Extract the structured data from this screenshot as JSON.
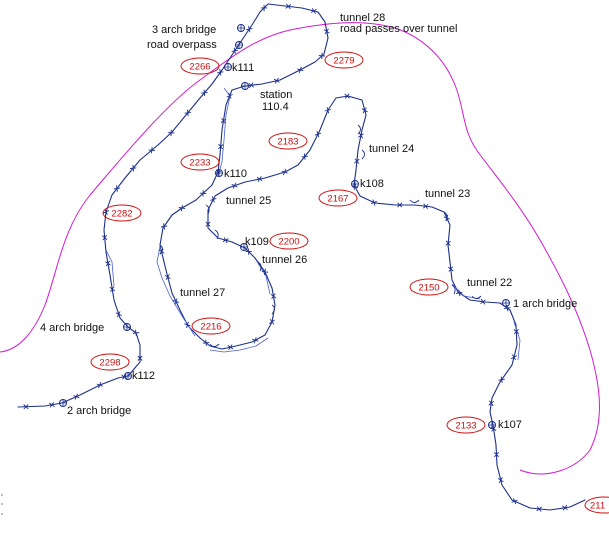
{
  "map": {
    "colors": {
      "track": "#1b2f8a",
      "contour": "#d21bd2",
      "elevation_label": "#d01010",
      "label": "#111111"
    },
    "labels": {
      "tunnel28": "tunnel 28",
      "road_passes_over_tunnel": "road passes over tunnel",
      "three_arch_bridge": "3 arch bridge",
      "road_overpass": "road overpass",
      "k111": "k111",
      "station": "station",
      "station_km": "110.4",
      "tunnel24": "tunnel 24",
      "k110": "k110",
      "k108": "k108",
      "tunnel23": "tunnel 23",
      "tunnel25": "tunnel 25",
      "k109": "k109",
      "tunnel26": "tunnel 26",
      "tunnel22": "tunnel 22",
      "one_arch_bridge": "1 arch bridge",
      "tunnel27": "tunnel 27",
      "four_arch_bridge": "4 arch bridge",
      "k112": "k112",
      "two_arch_bridge": "2 arch bridge",
      "k107": "k107"
    },
    "elevations": {
      "e2266": "2266",
      "e2279": "2279",
      "e2183": "2183",
      "e2233": "2233",
      "e2167": "2167",
      "e2282": "2282",
      "e2200": "2200",
      "e2150": "2150",
      "e2216": "2216",
      "e2298": "2298",
      "e2133": "2133",
      "e211": "211"
    }
  }
}
